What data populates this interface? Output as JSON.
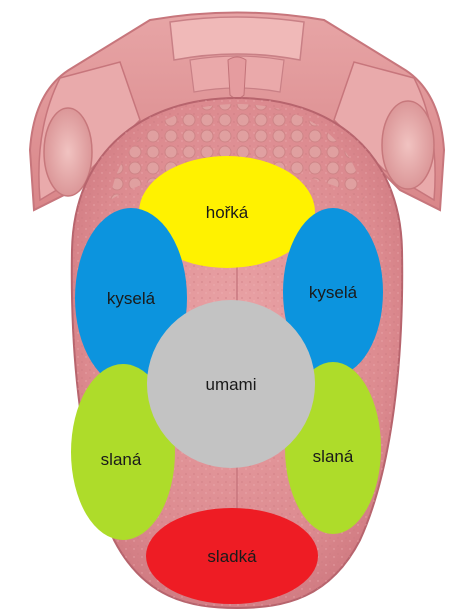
{
  "zones": {
    "bitter": {
      "label": "hořká",
      "color": "#FFF200"
    },
    "sour_left": {
      "label": "kyselá",
      "color": "#0C94DE"
    },
    "sour_right": {
      "label": "kyselá",
      "color": "#0C94DE"
    },
    "umami": {
      "label": "umami",
      "color": "#C3C3C3"
    },
    "salty_left": {
      "label": "slaná",
      "color": "#AEDC2A"
    },
    "salty_right": {
      "label": "slaná",
      "color": "#AEDC2A"
    },
    "sweet": {
      "label": "sladká",
      "color": "#EE1C24"
    }
  }
}
